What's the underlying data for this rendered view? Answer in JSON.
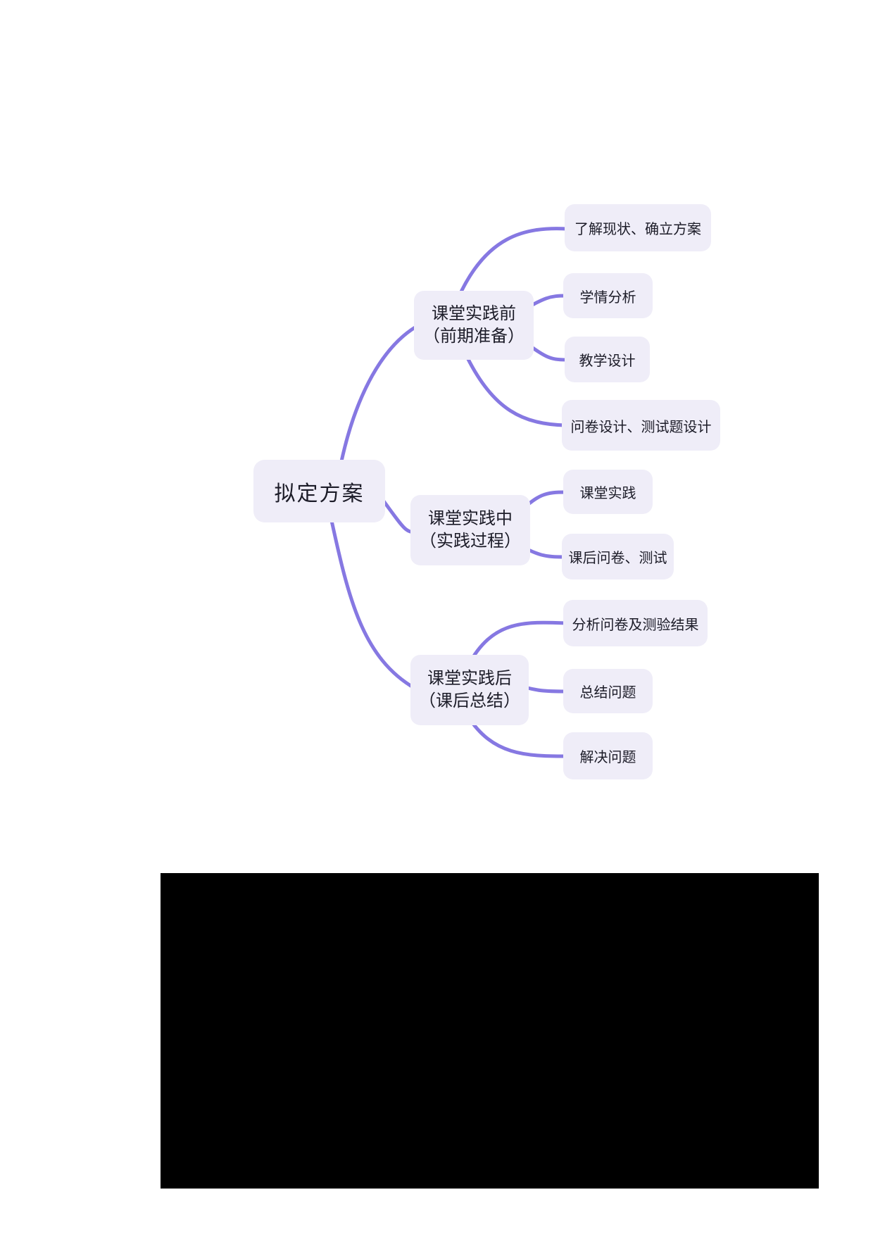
{
  "colors": {
    "connector": "#8678e2",
    "node_background": "#efedf8",
    "node_text": "#1c1c28",
    "page_background": "#ffffff",
    "media_block": "#000000"
  },
  "mindmap": {
    "root": {
      "label": "拟定方案"
    },
    "branches": [
      {
        "line1": "课堂实践前",
        "line2": "（前期准备）",
        "children": [
          {
            "label": "了解现状、确立方案"
          },
          {
            "label": "学情分析"
          },
          {
            "label": "教学设计"
          },
          {
            "label": "问卷设计、测试题设计"
          }
        ]
      },
      {
        "line1": "课堂实践中",
        "line2": "（实践过程）",
        "children": [
          {
            "label": "课堂实践"
          },
          {
            "label": "课后问卷、测试"
          }
        ]
      },
      {
        "line1": "课堂实践后",
        "line2": "（课后总结）",
        "children": [
          {
            "label": "分析问卷及测验结果"
          },
          {
            "label": "总结问题"
          },
          {
            "label": "解决问题"
          }
        ]
      }
    ]
  }
}
